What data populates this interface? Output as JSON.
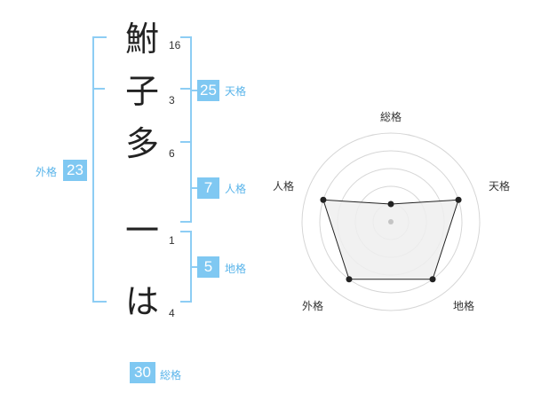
{
  "name_chars": [
    {
      "char": "鮒",
      "strokes": "16"
    },
    {
      "char": "子",
      "strokes": "3"
    },
    {
      "char": "多",
      "strokes": "6"
    },
    {
      "char": "一",
      "strokes": "1"
    },
    {
      "char": "は",
      "strokes": "4"
    }
  ],
  "fortunes": {
    "tenkaku": {
      "value": "25",
      "label": "天格"
    },
    "jinkaku": {
      "value": "7",
      "label": "人格"
    },
    "chikaku": {
      "value": "5",
      "label": "地格"
    },
    "gaikaku": {
      "value": "23",
      "label": "外格"
    },
    "soukaku": {
      "value": "30",
      "label": "総格"
    }
  },
  "chart_data": {
    "type": "radar",
    "axes": [
      "総格",
      "天格",
      "地格",
      "外格",
      "人格"
    ],
    "values": [
      1,
      4,
      4,
      4,
      4
    ],
    "max": 5,
    "rings": 5
  },
  "colors": {
    "accent": "#7fc8f2",
    "accent_text": "#59b4ea",
    "radar_fill": "#efefef"
  }
}
